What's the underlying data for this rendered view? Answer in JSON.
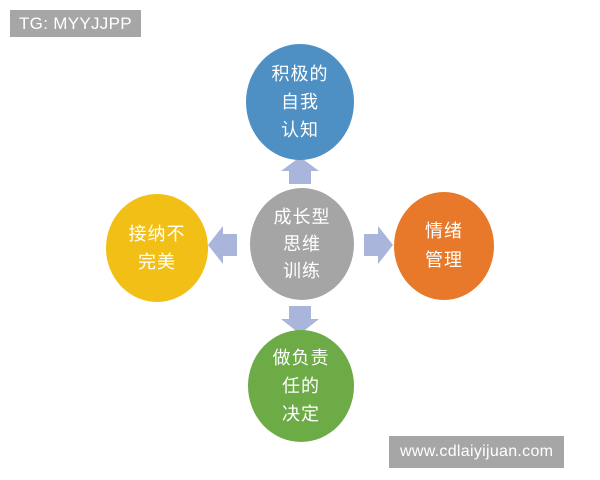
{
  "diagram": {
    "type": "hub-and-spoke",
    "center": {
      "id": "center",
      "color": "#a5a5a5",
      "lines": [
        "成长型",
        "思维",
        "训练"
      ],
      "full_text": "成长型思维训练"
    },
    "spokes": [
      {
        "id": "top",
        "position": "top",
        "color": "#4e8fc4",
        "lines": [
          "积极的",
          "自我",
          "认知"
        ],
        "full_text": "积极的自我认知"
      },
      {
        "id": "right",
        "position": "right",
        "color": "#e8792b",
        "lines": [
          "情绪",
          "管理"
        ],
        "full_text": "情绪管理"
      },
      {
        "id": "bottom",
        "position": "bottom",
        "color": "#6dab47",
        "lines": [
          "做负责",
          "任的",
          "决定"
        ],
        "full_text": "做负责任的决定"
      },
      {
        "id": "left",
        "position": "left",
        "color": "#f2bf16",
        "lines": [
          "接纳不",
          "完美"
        ],
        "full_text": "接纳不完美"
      }
    ],
    "arrows": [
      {
        "id": "arrow-up",
        "direction": "up",
        "color": "#a9b5da",
        "from": "center",
        "to": "top"
      },
      {
        "id": "arrow-right",
        "direction": "right",
        "color": "#a9b5da",
        "from": "center",
        "to": "right"
      },
      {
        "id": "arrow-down",
        "direction": "down",
        "color": "#a9b5da",
        "from": "center",
        "to": "bottom"
      },
      {
        "id": "arrow-left",
        "direction": "left",
        "color": "#a9b5da",
        "from": "center",
        "to": "left"
      }
    ]
  },
  "watermarks": {
    "top_left": {
      "text": "TG: MYYJJPP",
      "background": "#a6a6a6",
      "text_color": "#ffffff"
    },
    "bottom_right": {
      "text": "www.cdlaiyijuan.com",
      "background": "#a6a6a6",
      "text_color": "#ffffff"
    }
  },
  "canvas": {
    "background": "#ffffff",
    "width": "600",
    "height": "480"
  }
}
